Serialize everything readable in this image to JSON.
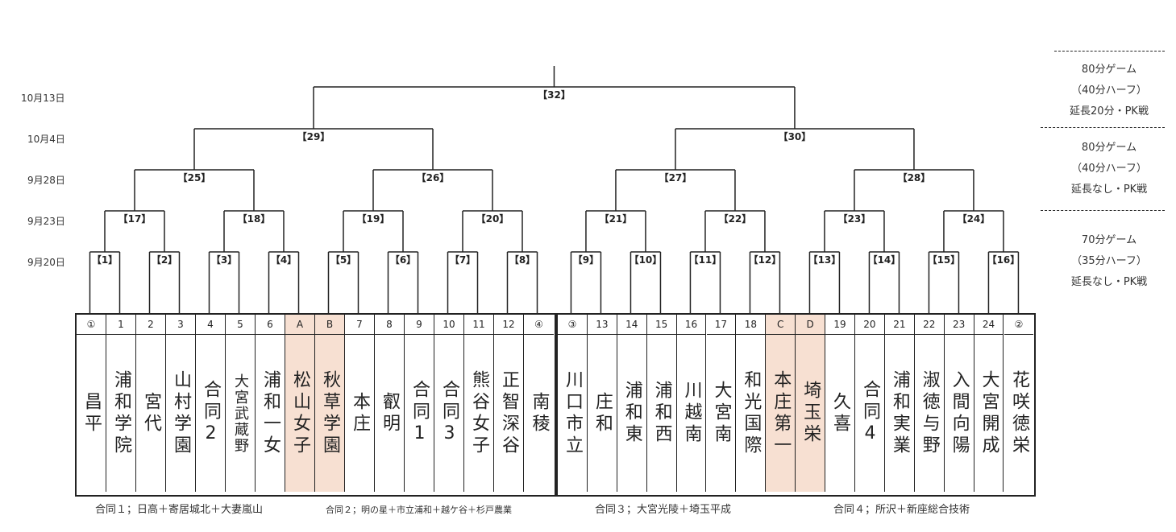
{
  "dates": [
    "10月13日",
    "10月4日",
    "9月28日",
    "9月23日",
    "9月20日"
  ],
  "matches": {
    "r1": [
      "【1】",
      "【2】",
      "【3】",
      "【4】",
      "【5】",
      "【6】",
      "【7】",
      "【8】",
      "【9】",
      "【10】",
      "【11】",
      "【12】",
      "【13】",
      "【14】",
      "【15】",
      "【16】"
    ],
    "r2": [
      "【17】",
      "【18】",
      "【19】",
      "【20】",
      "【21】",
      "【22】",
      "【23】",
      "【24】"
    ],
    "r3": [
      "【25】",
      "【26】",
      "【27】",
      "【28】"
    ],
    "r4": [
      "【29】",
      "【30】"
    ],
    "final": "【32】"
  },
  "teams": [
    {
      "num": "①",
      "name": "昌平"
    },
    {
      "num": "1",
      "name": "浦和学院"
    },
    {
      "num": "2",
      "name": "宮代"
    },
    {
      "num": "3",
      "name": "山村学園"
    },
    {
      "num": "4",
      "name": "合同2"
    },
    {
      "num": "5",
      "name": "大宮武蔵野"
    },
    {
      "num": "6",
      "name": "浦和一女"
    },
    {
      "num": "A",
      "name": "松山女子",
      "highlight": true
    },
    {
      "num": "B",
      "name": "秋草学園",
      "highlight": true
    },
    {
      "num": "7",
      "name": "本庄"
    },
    {
      "num": "8",
      "name": "叡明"
    },
    {
      "num": "9",
      "name": "合同1"
    },
    {
      "num": "10",
      "name": "合同3"
    },
    {
      "num": "11",
      "name": "熊谷女子"
    },
    {
      "num": "12",
      "name": "正智深谷"
    },
    {
      "num": "④",
      "name": "南稜"
    },
    {
      "num": "③",
      "name": "川口市立"
    },
    {
      "num": "13",
      "name": "庄和"
    },
    {
      "num": "14",
      "name": "浦和東"
    },
    {
      "num": "15",
      "name": "浦和西"
    },
    {
      "num": "16",
      "name": "川越南"
    },
    {
      "num": "17",
      "name": "大宮南"
    },
    {
      "num": "18",
      "name": "和光国際"
    },
    {
      "num": "C",
      "name": "本庄第一",
      "highlight": true
    },
    {
      "num": "D",
      "name": "埼玉栄",
      "highlight": true
    },
    {
      "num": "19",
      "name": "久喜"
    },
    {
      "num": "20",
      "name": "合同4"
    },
    {
      "num": "21",
      "name": "浦和実業"
    },
    {
      "num": "22",
      "name": "淑徳与野"
    },
    {
      "num": "23",
      "name": "入間向陽"
    },
    {
      "num": "24",
      "name": "大宮開成"
    },
    {
      "num": "②",
      "name": "花咲徳栄"
    }
  ],
  "notes": [
    "合同１；日高＋寄居城北＋大妻嵐山",
    "合同２；明の星＋市立浦和＋越ケ谷＋杉戸農業",
    "合同３；大宮光陵＋埼玉平成",
    "合同４；所沢＋新座総合技術"
  ],
  "rules": [
    [
      "80分ゲーム",
      "（40分ハーフ）",
      "延長20分・PK戦"
    ],
    [
      "80分ゲーム",
      "（40分ハーフ）",
      "延長なし・PK戦"
    ],
    [
      "70分ゲーム",
      "（35分ハーフ）",
      "延長なし・PK戦"
    ]
  ],
  "colors": {
    "line": "#222222",
    "highlight": "#f7e0d2"
  }
}
